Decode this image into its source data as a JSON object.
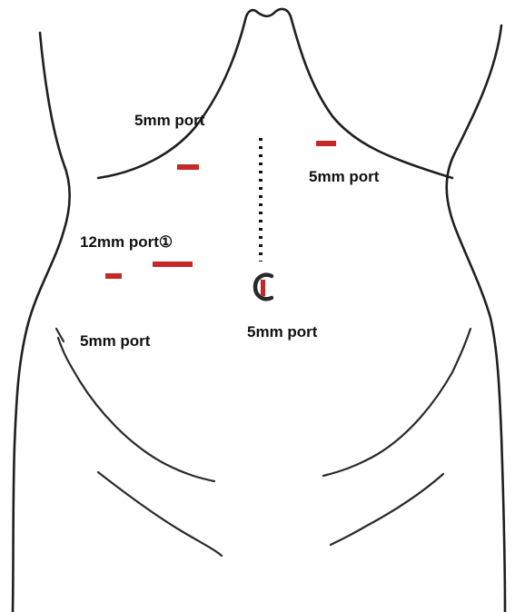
{
  "ports": [
    {
      "label": "5mm port"
    },
    {
      "label": "5mm port"
    },
    {
      "label": "12mm port①"
    },
    {
      "label": "5mm port"
    },
    {
      "label": "5mm port"
    }
  ],
  "colors": {
    "outline": "#1f1f1f",
    "port_incision": "#c62828",
    "label_text": "#111111",
    "background": "#ffffff"
  }
}
